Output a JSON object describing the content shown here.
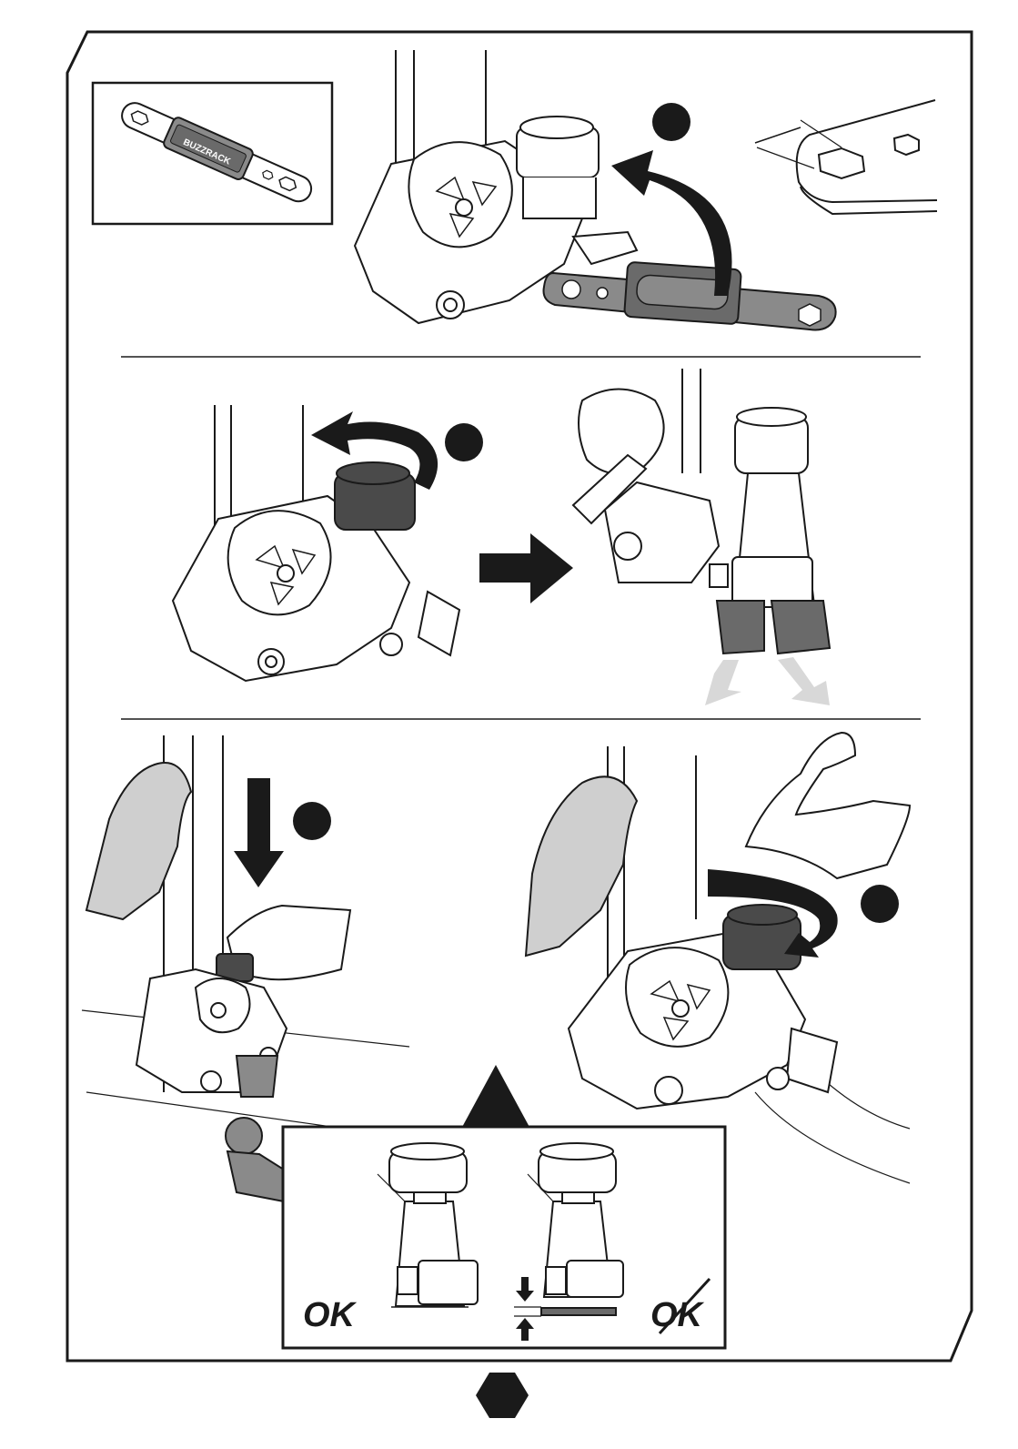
{
  "brand_label": "BUZZRACK",
  "ok_label": "OK",
  "not_ok_label": "OK",
  "colors": {
    "line": "#1a1a1a",
    "tool_grey": "#8a8a8a",
    "tool_dark": "#6a6a6a",
    "knob_dark": "#4a4a4a",
    "light_arrow": "#d8d8d8",
    "hand_grey": "#cfcfcf",
    "paper": "#ffffff"
  },
  "icons": [
    "step-marker-icon",
    "curved-arrow-icon",
    "right-arrow-icon",
    "down-arrow-icon",
    "warning-triangle-icon",
    "hexagon-page-icon",
    "flexed-arm-icon"
  ]
}
